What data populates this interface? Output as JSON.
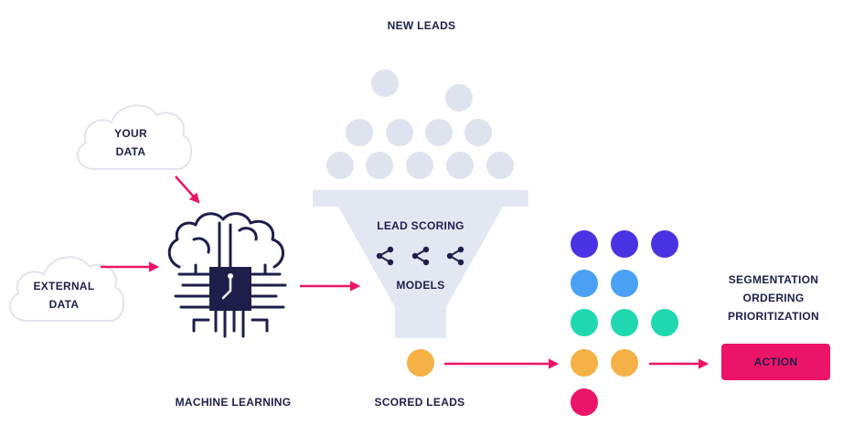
{
  "header": {
    "new_leads": "NEW LEADS"
  },
  "sources": {
    "your_data": [
      "YOUR",
      "DATA"
    ],
    "external_data": [
      "EXTERNAL",
      "DATA"
    ]
  },
  "funnel": {
    "title": "LEAD SCORING",
    "subtitle": "MODELS",
    "icon": "share-icon"
  },
  "machine_learning": {
    "label": "MACHINE LEARNING",
    "icon": "brain-circuit-icon"
  },
  "scored_leads": {
    "label": "SCORED LEADS"
  },
  "outcomes": [
    "SEGMENTATION",
    "ORDERING",
    "PRIORITIZATION"
  ],
  "action": {
    "label": "ACTION"
  },
  "colors": {
    "navy": "#1d1f4a",
    "accent": "#ec1468",
    "lead_gray": "#dfe3ee",
    "funnel": "#e3e7f1",
    "purple": "#4a33e3",
    "blue": "#4aa0f5",
    "teal": "#1fd8b0",
    "orange": "#f5b145",
    "pink": "#ec1468"
  },
  "lead_groups": [
    {
      "color": "purple",
      "count": 3
    },
    {
      "color": "blue",
      "count": 2
    },
    {
      "color": "teal",
      "count": 3
    },
    {
      "color": "orange",
      "count": 2
    },
    {
      "color": "pink",
      "count": 1
    }
  ]
}
